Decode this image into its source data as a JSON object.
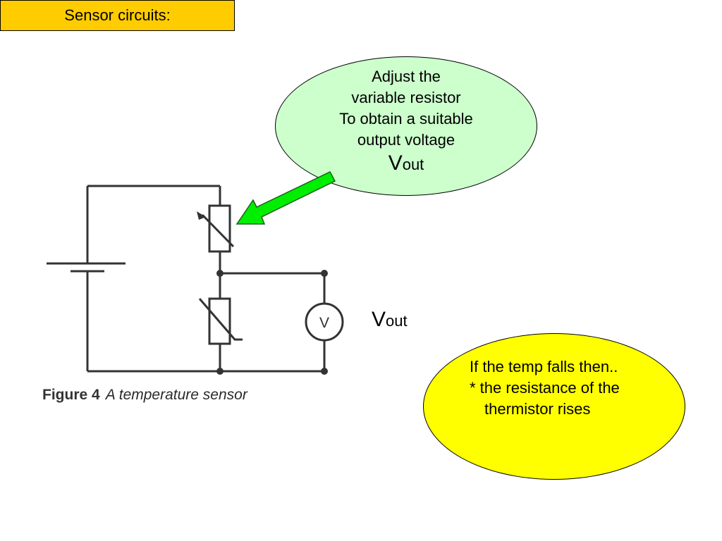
{
  "slide": {
    "title": "Sensor circuits:",
    "green_callout": {
      "lines": [
        "Adjust the",
        "variable resistor",
        "To obtain a suitable",
        "output voltage"
      ],
      "vout_main": "V",
      "vout_sub": "out"
    },
    "vout_label": {
      "main": "V",
      "sub": "out"
    },
    "yellow_callout": {
      "line1": "If the temp falls then..",
      "line2": "*  the resistance of the",
      "line3": "thermistor rises"
    },
    "figure": {
      "number": "Figure 4",
      "caption": "A temperature sensor",
      "voltmeter_symbol": "V"
    },
    "colors": {
      "title_bg": "#ffcc00",
      "green_bubble": "#ccffcc",
      "yellow_bubble": "#ffff00",
      "arrow": "#00ee00"
    }
  }
}
